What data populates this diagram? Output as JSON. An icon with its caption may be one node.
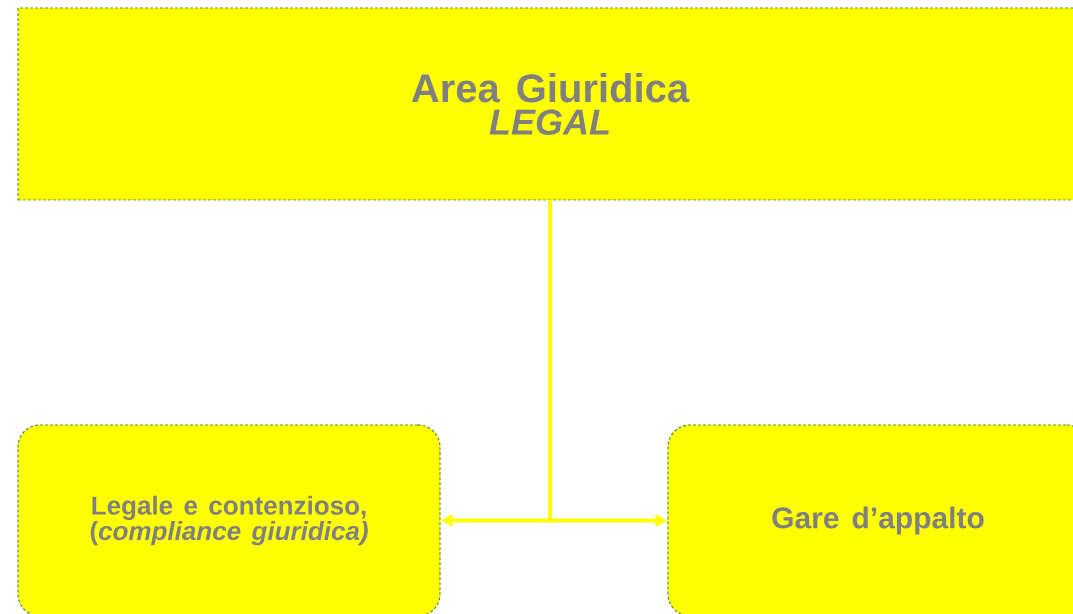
{
  "diagram": {
    "nodes": [
      {
        "text": [
          "Area Giuridica",
          "LEGAL"
        ]
      },
      {
        "text": [
          "Legale e contenzioso, (*compliance giuridica)*"
        ]
      },
      {
        "text": [
          "Gare d’appalto"
        ]
      }
    ],
    "edges": [
      {
        "from": 0,
        "to": 1,
        "arrow": "to"
      },
      {
        "from": 0,
        "to": 2,
        "arrow": "to"
      }
    ]
  }
}
